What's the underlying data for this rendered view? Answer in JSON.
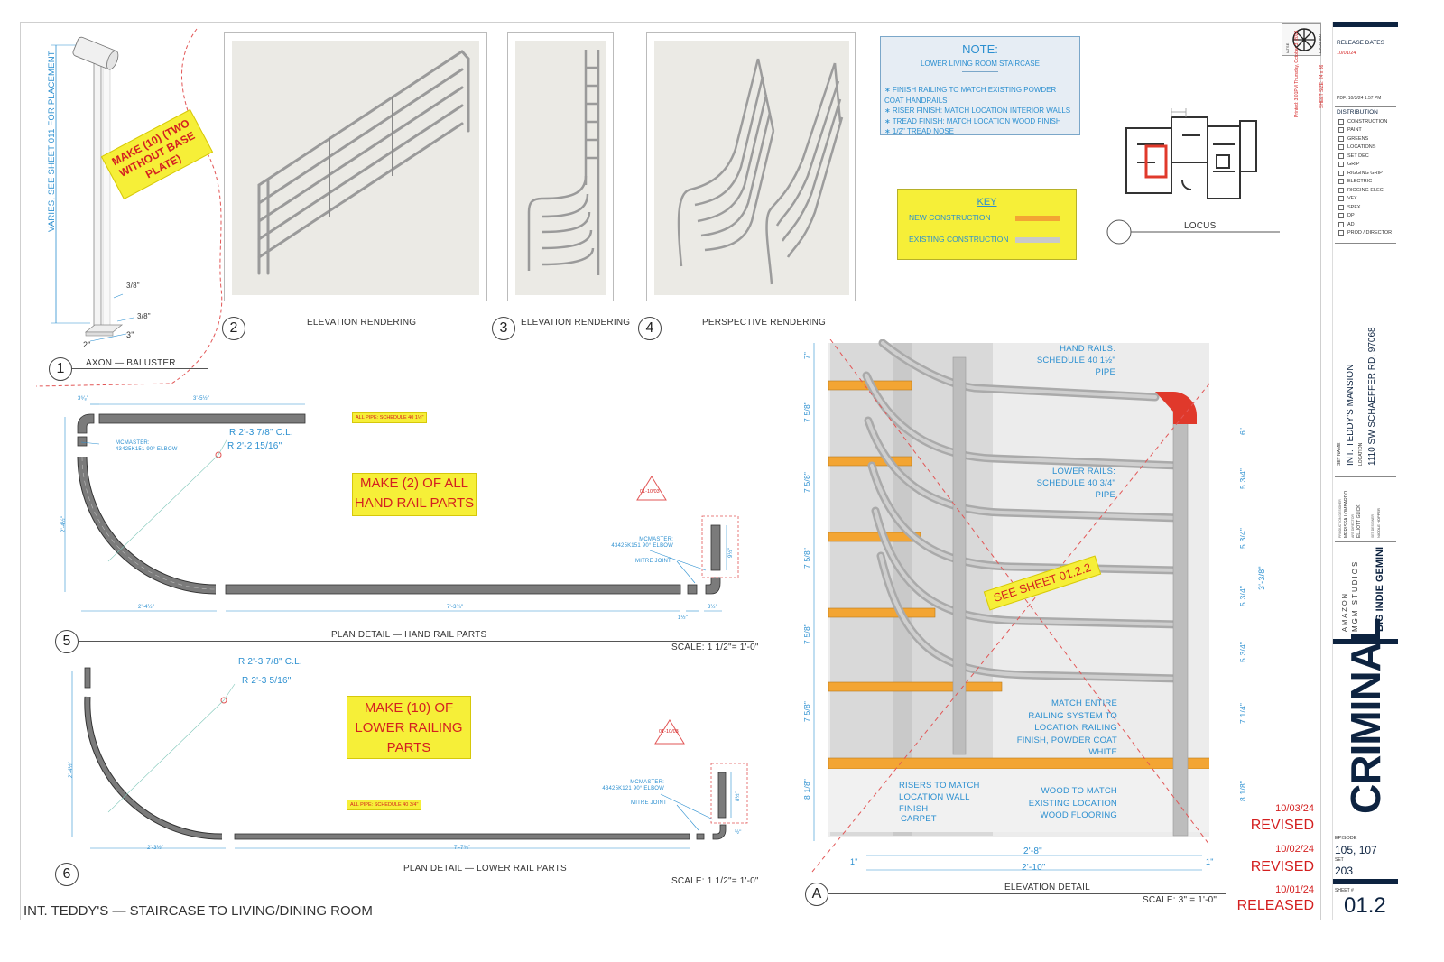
{
  "sheet_title": "INT. TEDDY'S — STAIRCASE TO LIVING/DINING ROOM",
  "views": {
    "v1": {
      "num": "1",
      "title": "AXON — BALUSTER",
      "dim_vertical": "VARIES, SEE SHEET 011 FOR PLACEMENT",
      "dim_a": "3/8\"",
      "dim_b": "3/8\"",
      "dim_c": "3\"",
      "dim_d": "2\"",
      "callout": "MAKE (10) (TWO WITHOUT BASE PLATE)"
    },
    "v2": {
      "num": "2",
      "title": "ELEVATION RENDERING"
    },
    "v3": {
      "num": "3",
      "title": "ELEVATION RENDERING"
    },
    "v4": {
      "num": "4",
      "title": "PERSPECTIVE RENDERING"
    },
    "v5": {
      "num": "5",
      "title": "PLAN DETAIL — HAND RAIL PARTS",
      "scale": "SCALE: 1 1/2\"= 1'-0\"",
      "r1": "R 2'-3 7/8\" C.L.",
      "r2": "R 2'-2 15/16\"",
      "elbow": "MCMASTER: 43425K151 90° ELBOW",
      "elbow2": "MCMASTER: 43425K151 90° ELBOW",
      "mitre": "MITRE JOINT",
      "pipe_tag": "ALL PIPE: SCHEDULE 40 1½\"",
      "callout": "MAKE (2) OF ALL HAND RAIL PARTS",
      "ref": "01-10/03",
      "dims": {
        "top": "3'-5½\"",
        "left_small": "3⁶⁄₈\"",
        "left": "2'-4½\"",
        "bottom_left": "2'-4½\"",
        "bottom_long": "7'-3¾\"",
        "bottom_right": "3½\"",
        "small": "1½\"",
        "vert": "9½\""
      }
    },
    "v6": {
      "num": "6",
      "title": "PLAN DETAIL — LOWER RAIL PARTS",
      "scale": "SCALE: 1 1/2\"= 1'-0\"",
      "r1": "R 2'-3 7/8\" C.L.",
      "r2": "R 2'-3 5/16\"",
      "elbow": "MCMASTER: 43425K121 90° ELBOW",
      "mitre": "MITRE JOINT",
      "pipe_tag": "ALL PIPE: SCHEDULE 40 3/4\"",
      "callout": "MAKE (10) OF LOWER RAILING PARTS",
      "ref": "01-10/03",
      "dims": {
        "left": "2'-4½\"",
        "bottom_left": "2'-3½\"",
        "bottom_long": "7'-7¾\"",
        "small": "½\"",
        "vert": "8½\""
      }
    },
    "vA": {
      "num": "A",
      "title": "ELEVATION DETAIL",
      "scale": "SCALE: 3\" = 1'-0\"",
      "hand_rails": "HAND RAILS: SCHEDULE 40 1½\" PIPE",
      "lower_rails": "LOWER RAILS: SCHEDULE 40 3/4\" PIPE",
      "match": "MATCH ENTIRE RAILING SYSTEM TO LOCATION RAILING FINISH, POWDER COAT WHITE",
      "risers": "RISERS TO MATCH LOCATION WALL FINISH",
      "wood": "WOOD TO MATCH EXISTING LOCATION WOOD FLOORING",
      "carpet": "CARPET",
      "see_sheet": "SEE SHEET 01.2.2",
      "dim_28": "2'-8\"",
      "dim_210": "2'-10\"",
      "dim_1a": "1\"",
      "dim_1b": "1\"",
      "left_dims": [
        "7\"",
        "7 5/8\"",
        "7 5/8\"",
        "7 5/8\"",
        "7 5/8\"",
        "7 5/8\"",
        "8 1/8\""
      ],
      "right_dims": [
        "6\"",
        "5 3/4\"",
        "5 3/4\"",
        "5 3/4\"",
        "5 3/4\"",
        "7 1/4\"",
        "8 1/8\""
      ],
      "right_total": "3'-3/8\""
    }
  },
  "note": {
    "title": "NOTE:",
    "subtitle": "LOWER LIVING ROOM STAIRCASE",
    "items": [
      "∗ FINISH RAILING TO MATCH EXISTING POWDER COAT HANDRAILS",
      "∗ RISER FINISH: MATCH LOCATION INTERIOR WALLS",
      "∗ TREAD FINISH: MATCH LOCATION WOOD FINISH",
      "∗ 1/2\" TREAD NOSE"
    ]
  },
  "key": {
    "title": "KEY",
    "new": "NEW CONSTRUCTION",
    "existing": "EXISTING CONSTRUCTION",
    "new_color": "#f3a533",
    "existing_color": "#c9c9c9"
  },
  "locus": {
    "label": "LOCUS"
  },
  "title_block": {
    "release_dates_label": "RELEASE DATES",
    "release_date": "10/01/24",
    "pdf": "PDF: 10/3/24 1:57 PM",
    "distribution_label": "DISTRIBUTION",
    "distribution": [
      "CONSTRUCTION",
      "PAINT",
      "GREENS",
      "LOCATIONS",
      "SET DEC",
      "GRIP",
      "RIGGING GRIP",
      "ELECTRIC",
      "RIGGING ELEC",
      "VFX",
      "SPFX",
      "DP",
      "AD",
      "PROD / DIRECTOR"
    ],
    "set_name_label": "SET NAME",
    "set_name": "INT. TEDDY'S MANSION",
    "location_label": "LOCATION",
    "location": "1110 SW SCHAEFFER RD, 97068",
    "credits": [
      "PRODUCTION DESIGNER",
      "MERISSA LOMBARDO",
      "ART DIRECTOR",
      "ELLIOTT GLICK",
      "SET DESIGNER",
      "NICOLE HOPPER"
    ],
    "studio_line1": "AMAZON",
    "studio_line2": "MGM STUDIOS",
    "production": "BIG INDIE GEMINI",
    "show_logo": "CRIMINAL",
    "episode_label": "EPISODE",
    "episode": "105, 107",
    "set_label": "SET",
    "set": "203",
    "sheet_label": "SHEET #",
    "sheet": "01.2",
    "printed": "Printed: 3:01PM Thursday, October 3, 2024",
    "sheet_size": "SHEET SIZE: 24 x 36",
    "union_label": "IATSE",
    "union_local": "LOCAL 800"
  },
  "revisions": [
    {
      "date": "10/03/24",
      "status": "REVISED"
    },
    {
      "date": "10/02/24",
      "status": "REVISED"
    },
    {
      "date": "10/01/24",
      "status": "RELEASED"
    }
  ],
  "colors": {
    "accent_red": "#d42020",
    "dim_blue": "#2b8fd0",
    "callout_yellow": "#f6ef38",
    "wood": "#f3a533",
    "navy": "#0d2340",
    "highlight_red": "#e0392b"
  }
}
